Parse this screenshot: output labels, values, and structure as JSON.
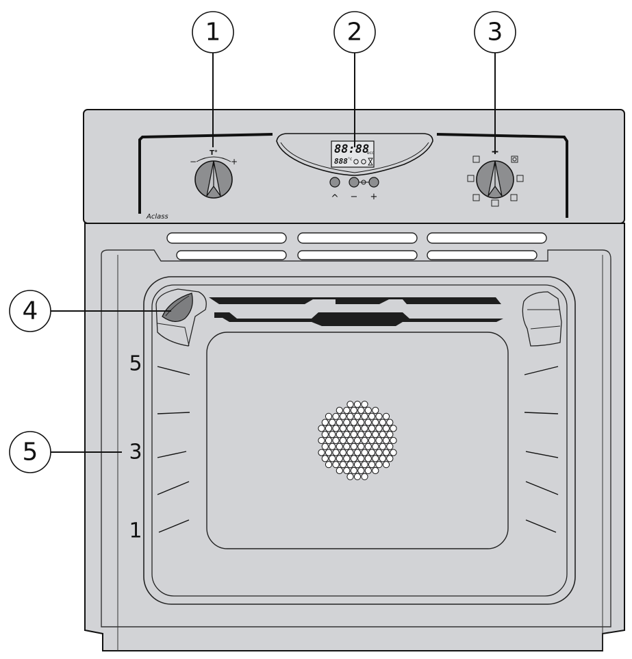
{
  "callouts": [
    {
      "id": "1",
      "label": "1"
    },
    {
      "id": "2",
      "label": "2"
    },
    {
      "id": "3",
      "label": "3"
    },
    {
      "id": "4",
      "label": "4"
    },
    {
      "id": "5",
      "label": "5"
    }
  ],
  "shelf_levels": {
    "top": "5",
    "middle": "3",
    "bottom": "1"
  },
  "brand": "Aclass",
  "thermostat": {
    "symbol": "T°",
    "minus": "−",
    "plus": "+"
  },
  "display": {
    "time": "88:88",
    "eco": "eco",
    "temp": "888",
    "unit": "°c"
  },
  "buttons": {
    "up": "^",
    "minus": "−",
    "plus": "+"
  }
}
